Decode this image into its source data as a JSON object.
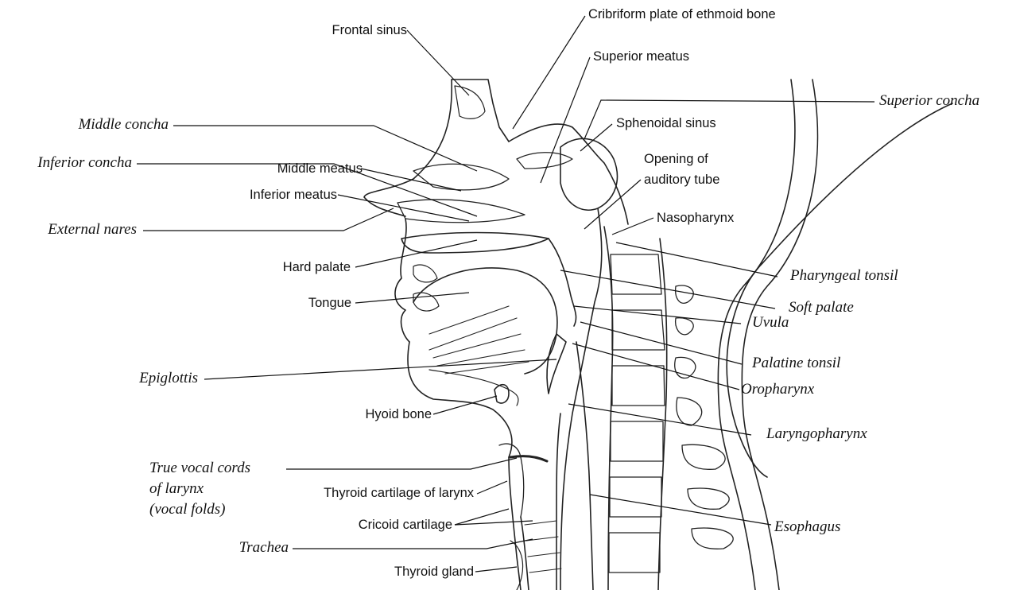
{
  "labels": {
    "frontal_sinus": "Frontal sinus",
    "cribriform_plate": "Cribriform plate of ethmoid bone",
    "superior_meatus": "Superior meatus",
    "superior_concha": "Superior concha",
    "middle_concha": "Middle concha",
    "sphenoidal_sinus": "Sphenoidal sinus",
    "middle_meatus": "Middle meatus",
    "opening_auditory_tube_1": "Opening of",
    "opening_auditory_tube_2": "auditory tube",
    "inferior_concha": "Inferior concha",
    "inferior_meatus": "Inferior meatus",
    "nasopharynx": "Nasopharynx",
    "external_nares": "External nares",
    "hard_palate": "Hard palate",
    "pharyngeal_tonsil": "Pharyngeal tonsil",
    "tongue": "Tongue",
    "soft_palate": "Soft palate",
    "uvula": "Uvula",
    "palatine_tonsil": "Palatine tonsil",
    "epiglottis": "Epiglottis",
    "oropharynx": "Oropharynx",
    "hyoid_bone": "Hyoid bone",
    "laryngopharynx": "Laryngopharynx",
    "true_vocal_cords_1": "True vocal cords",
    "true_vocal_cords_2": "of larynx",
    "true_vocal_cords_3": "(vocal folds)",
    "thyroid_cartilage": "Thyroid cartilage of larynx",
    "cricoid_cartilage": "Cricoid cartilage",
    "esophagus": "Esophagus",
    "trachea": "Trachea",
    "thyroid_gland": "Thyroid gland"
  }
}
